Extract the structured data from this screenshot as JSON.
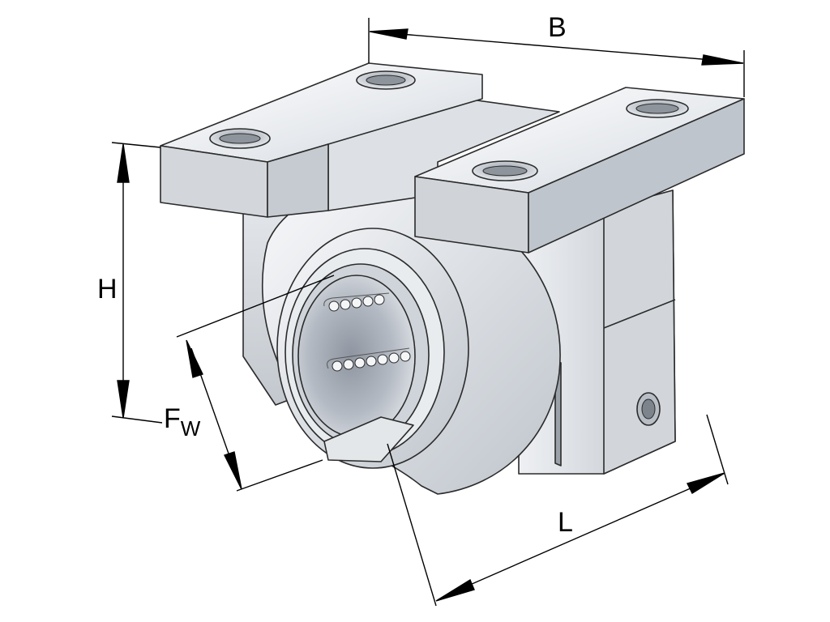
{
  "labels": {
    "B": "B",
    "H": "H",
    "F": "F",
    "F_sub": "W",
    "L": "L"
  },
  "colors": {
    "metal_light": "#f2f4f6",
    "metal_mid": "#c9ced4",
    "metal_dark": "#8d949c",
    "edge": "#2b2b2b",
    "background": "#ffffff"
  }
}
